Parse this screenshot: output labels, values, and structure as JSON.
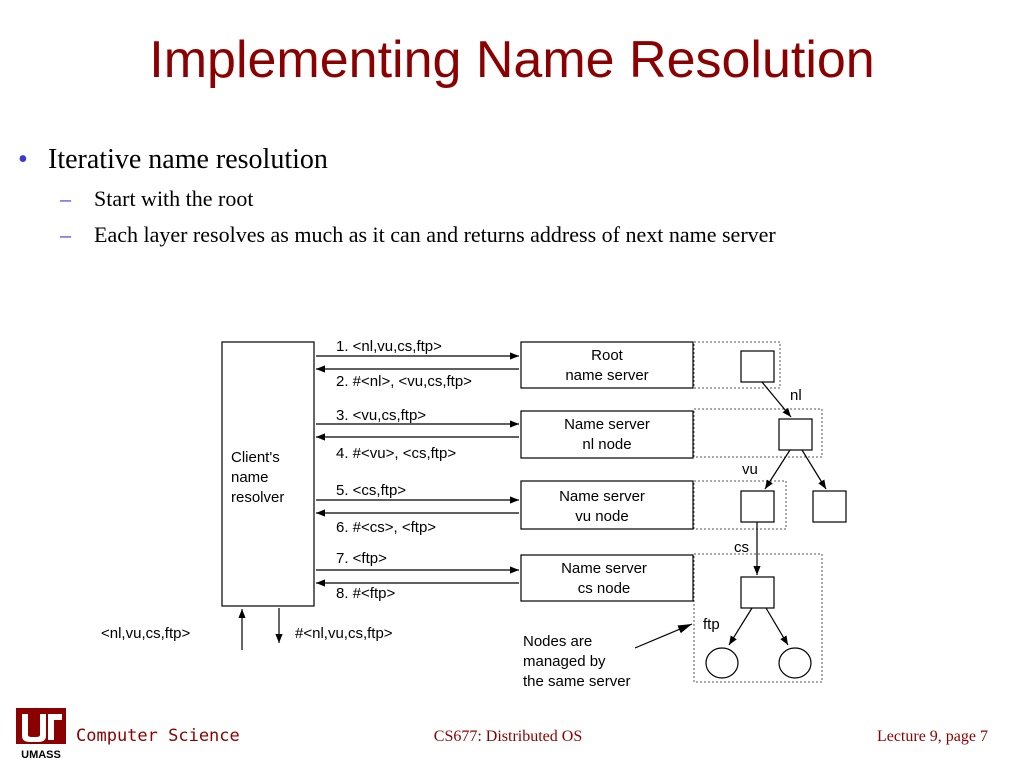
{
  "slide": {
    "title": "Implementing Name Resolution",
    "bullet": "Iterative name resolution",
    "subbullets": [
      "Start with the root",
      "Each layer resolves as much as it can and returns address of next name server"
    ]
  },
  "diagram": {
    "client": [
      "Client's",
      "name",
      "resolver"
    ],
    "servers": [
      [
        "Root",
        "name server"
      ],
      [
        "Name server",
        "nl node"
      ],
      [
        "Name server",
        "vu node"
      ],
      [
        "Name server",
        "cs node"
      ]
    ],
    "messages": [
      "1. <nl,vu,cs,ftp>",
      "2. #<nl>, <vu,cs,ftp>",
      "3. <vu,cs,ftp>",
      "4. #<vu>, <cs,ftp>",
      "5. <cs,ftp>",
      "6. #<cs>, <ftp>",
      "7. <ftp>",
      "8. #<ftp>"
    ],
    "input_label": "<nl,vu,cs,ftp>",
    "output_label": "#<nl,vu,cs,ftp>",
    "edge_labels": {
      "nl": "nl",
      "vu": "vu",
      "cs": "cs",
      "ftp": "ftp"
    },
    "note": [
      "Nodes are",
      "managed by",
      "the same server"
    ]
  },
  "footer": {
    "logo_text": "UMASS",
    "department": "Computer Science",
    "course": "CS677: Distributed OS",
    "page": "Lecture 9, page 7"
  }
}
